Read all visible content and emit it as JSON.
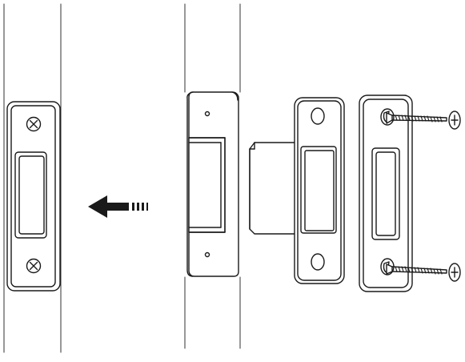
{
  "diagram": {
    "type": "strike-plate-installation-exploded-view",
    "line_color": "#1a1a1a",
    "background": "#ffffff",
    "icons": {
      "arrow": "arrow-left-icon",
      "screw": "phillips-screw-icon"
    },
    "parts": [
      {
        "name": "door-frame-assembled"
      },
      {
        "name": "door-frame-mortise"
      },
      {
        "name": "reinforcement-cup"
      },
      {
        "name": "strike-plate"
      },
      {
        "name": "strike-plate-with-screws"
      }
    ]
  }
}
